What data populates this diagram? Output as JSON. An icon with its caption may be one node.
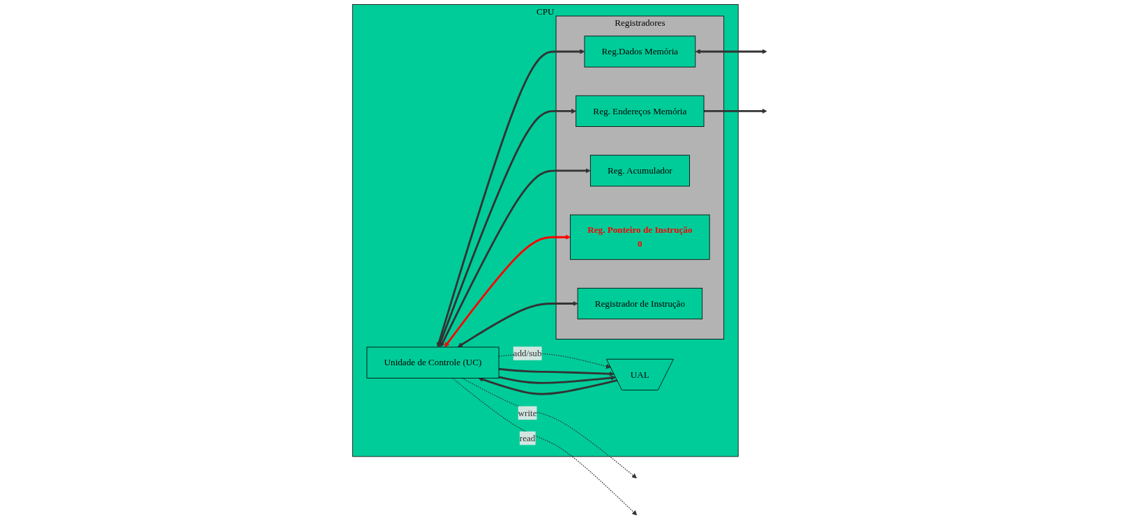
{
  "diagram": {
    "nodes": [
      {
        "text": [
          "CPU"
        ]
      },
      {
        "text": [
          "Unidade de Controle (UC)"
        ],
        "in": 0
      },
      {
        "text": [
          "UAL"
        ],
        "in": 0
      },
      {
        "text": [
          "Registradores"
        ],
        "in": 0
      },
      {
        "text": [
          "Reg.Dados Memória"
        ],
        "in": 3
      },
      {
        "text": [
          "Reg. Endereços Memória"
        ],
        "in": 3
      },
      {
        "text": [
          "Reg. Acumulador"
        ],
        "in": 3
      },
      {
        "text": [
          "Reg. Ponteiro de Instrução",
          "0"
        ],
        "in": 3
      },
      {
        "text": [
          "Registrador de Instrução"
        ],
        "in": 3
      }
    ],
    "edges": [
      {
        "from": 1,
        "to": null,
        "arrow": "to",
        "label": "write",
        "style": "dashed"
      },
      {
        "from": 1,
        "to": null,
        "arrow": "to",
        "label": "read",
        "style": "dashed"
      },
      {
        "from": 1,
        "to": 2,
        "arrow": "to",
        "label": "add/sub",
        "style": "dashed"
      },
      {
        "from": 1,
        "to": 2,
        "arrow": "to"
      },
      {
        "from": 1,
        "to": 2,
        "arrow": "to"
      },
      {
        "from": 2,
        "to": 1,
        "arrow": "to"
      },
      {
        "from": 1,
        "to": 4,
        "arrow": "both"
      },
      {
        "from": 1,
        "to": 5,
        "arrow": "both"
      },
      {
        "from": 1,
        "to": 6,
        "arrow": "both"
      },
      {
        "from": 1,
        "to": 7,
        "arrow": "both",
        "color": "#ff0000"
      },
      {
        "from": 1,
        "to": 8,
        "arrow": "both"
      },
      {
        "from": 4,
        "to": null,
        "arrow": "both"
      },
      {
        "from": 5,
        "to": null,
        "arrow": "to"
      }
    ]
  }
}
